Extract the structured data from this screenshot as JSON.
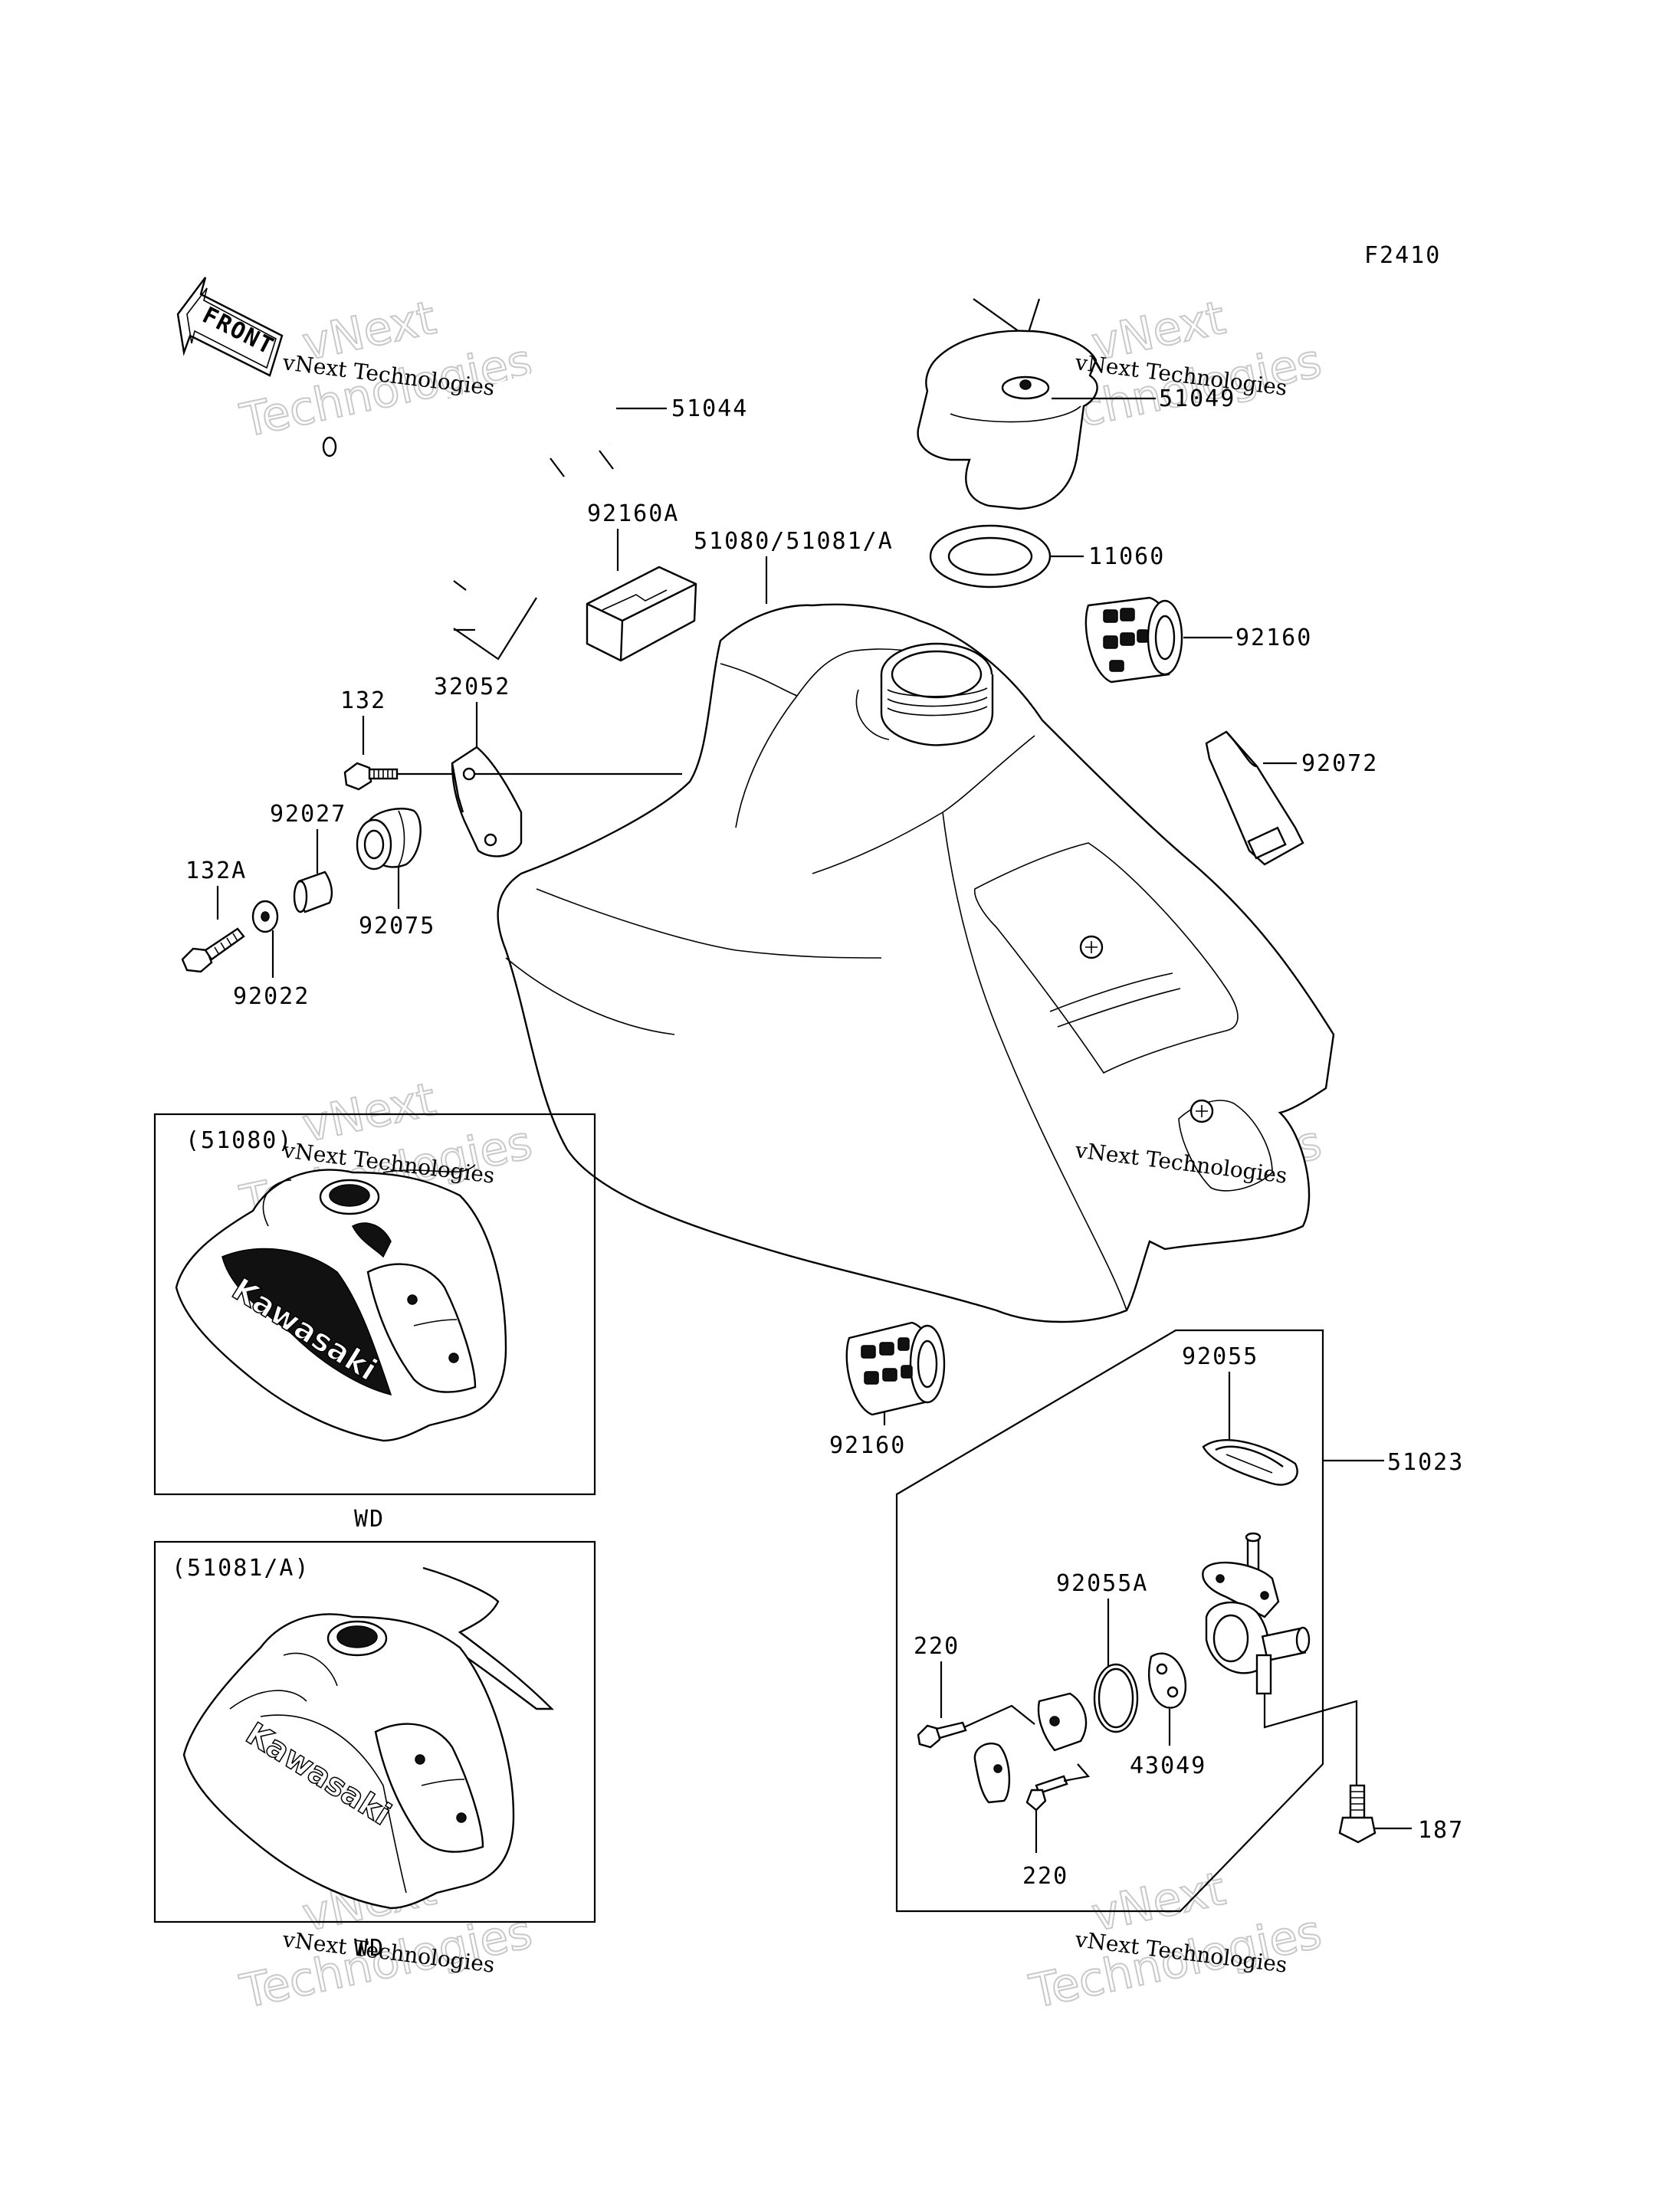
{
  "figure_code": "F2410",
  "front_arrow_label": "FRONT",
  "watermark": {
    "line1": "vNext Technologies",
    "line2a": "vNext",
    "line2b": "Technologies"
  },
  "parts": {
    "p51044": "51044",
    "p51049": "51049",
    "p11060": "11060",
    "p92160_top": "92160",
    "p92072": "92072",
    "p92160A": "92160A",
    "p51080": "51080/51081/A",
    "p132": "132",
    "p32052": "32052",
    "p92027": "92027",
    "p132A": "132A",
    "p92075": "92075",
    "p92022": "92022",
    "p92160_bottom": "92160",
    "p92055": "92055",
    "p51023": "51023",
    "p92055A": "92055A",
    "p220_top": "220",
    "p43049": "43049",
    "p220_bottom": "220",
    "p187": "187"
  },
  "insets": {
    "top": {
      "title": "(51080)",
      "decal": "Kawasaki",
      "caption": "WD"
    },
    "bottom": {
      "title": "(51081/A)",
      "decal": "Kawasaki",
      "caption": "WD"
    }
  }
}
